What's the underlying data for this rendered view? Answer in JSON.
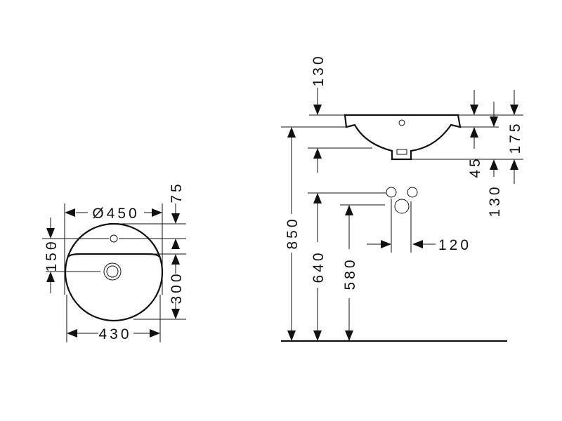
{
  "top_view": {
    "dimensions": {
      "outer_diameter": "Ø450",
      "width": "430",
      "tap_hole_offset": "75",
      "front_to_drain": "150",
      "inner_depth": "300"
    }
  },
  "side_view": {
    "dimensions": {
      "overflow_height": "130",
      "rim_height": "850",
      "supply_height": "640",
      "waste_height": "580",
      "supply_spacing": "120",
      "rim_thickness": "45",
      "bowl_depth": "130",
      "total_depth": "175"
    }
  }
}
